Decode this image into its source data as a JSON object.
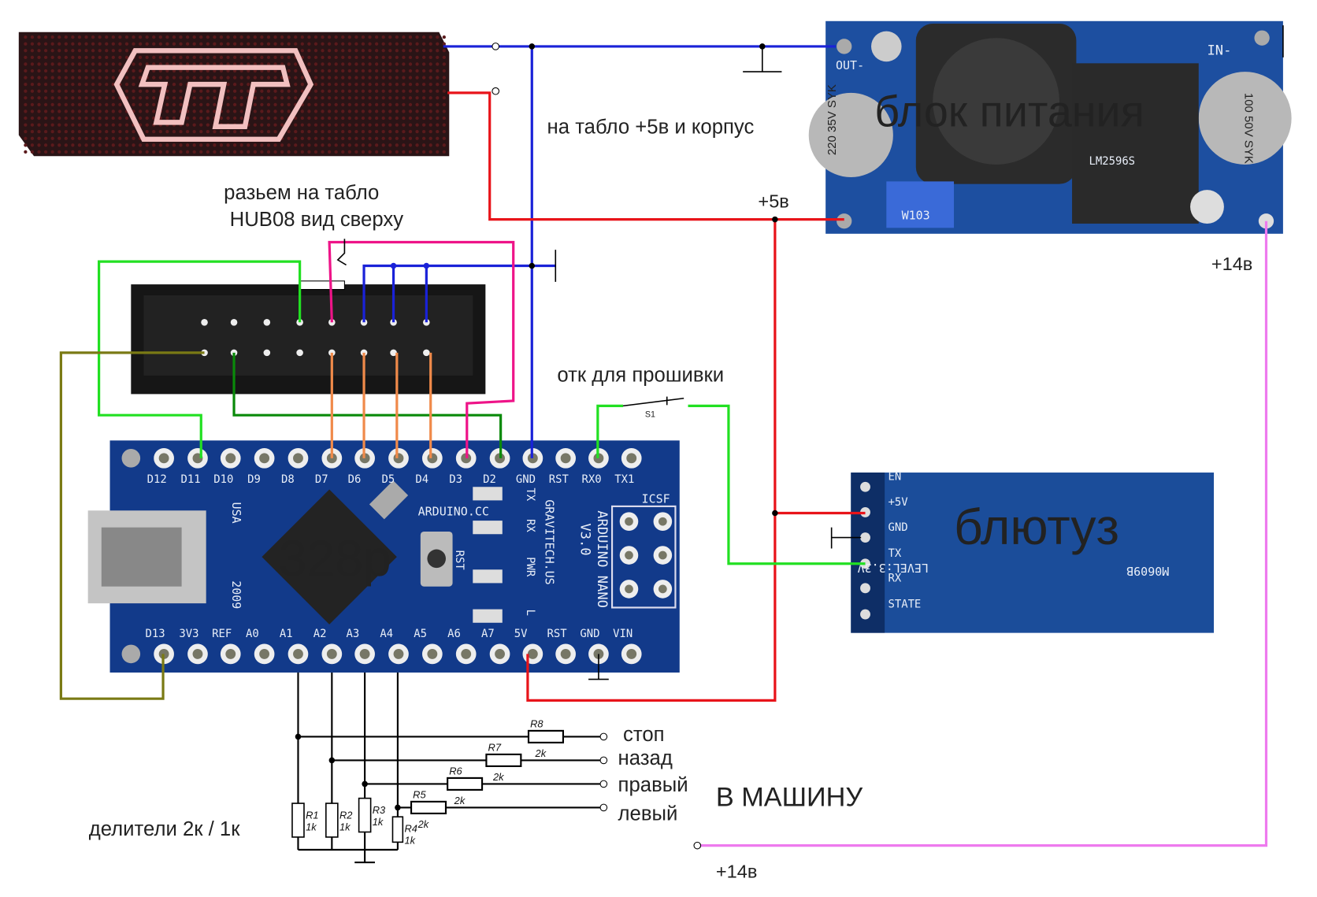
{
  "labels": {
    "display_note": "на табло +5в и корпус",
    "power_block": "блок питания",
    "plus5_top": "+5в",
    "plus14_right": "+14в",
    "plus14_bottom": "+14в",
    "connector_title_1": "разьем на табло",
    "connector_title_2": "HUB08 вид сверху",
    "flash_switch": "отк для прошивки",
    "switch_ref": "S1",
    "bluetooth": "блютуз",
    "mcu": "328p",
    "to_car": "В МАШИНУ",
    "dividers": "делители  2к / 1к"
  },
  "buttons": [
    {
      "label": "стоп",
      "resistor": "R8",
      "value": "2k"
    },
    {
      "label": "назад",
      "resistor": "R7",
      "value": "2k"
    },
    {
      "label": "правый",
      "resistor": "R6",
      "value": "2k"
    },
    {
      "label": "левый",
      "resistor": "R5",
      "value": "2k"
    }
  ],
  "pulldowns": [
    {
      "ref": "R1",
      "value": "1k"
    },
    {
      "ref": "R2",
      "value": "1k"
    },
    {
      "ref": "R3",
      "value": "1k"
    },
    {
      "ref": "R4",
      "value": "1k"
    }
  ],
  "arduino": {
    "top_pins": [
      "D12",
      "D11",
      "D10",
      "D9",
      "D8",
      "D7",
      "D6",
      "D5",
      "D4",
      "D3",
      "D2",
      "GND",
      "RST",
      "RX0",
      "TX1"
    ],
    "bottom_pins": [
      "D13",
      "3V3",
      "REF",
      "A0",
      "A1",
      "A2",
      "A3",
      "A4",
      "A5",
      "A6",
      "A7",
      "5V",
      "RST",
      "GND",
      "VIN"
    ],
    "silk_site": "ARDUINO.CC",
    "silk_name": "ARDUINO NANO",
    "silk_version": "V3.0",
    "silk_maker": "GRAVITECH.US",
    "silk_icsp": "ICSF",
    "silk_usa": "USA",
    "silk_year": "2009",
    "led_labels": [
      "TX",
      "RX",
      "PWR",
      "L"
    ],
    "rst": "RST"
  },
  "bt_module": {
    "pins": [
      "EN",
      "+5V",
      "GND",
      "TX",
      "RX",
      "STATE"
    ],
    "level": "LEVEL:3.3V",
    "code": "M0609B"
  },
  "power_module": {
    "out_label": "OUT-",
    "in_label": "IN-",
    "cap1": "220 35V SYK",
    "cap2": "100 50V SYK",
    "chip": "LM2596S",
    "trim": "W103"
  },
  "colors": {
    "red": "#e8141a",
    "blue": "#1a22d8",
    "green": "#22e022",
    "darkgreen": "#0a8a0a",
    "pink": "#ee1488",
    "orange": "#f08a4a",
    "olive": "#7a7a14",
    "violet": "#ee7aee",
    "board": "#123a8a",
    "title_red": "#ee1010",
    "bt_cyan": "#10e8e8",
    "mcu_yellow": "#f4f070",
    "car_blue": "#1a1ae8"
  }
}
